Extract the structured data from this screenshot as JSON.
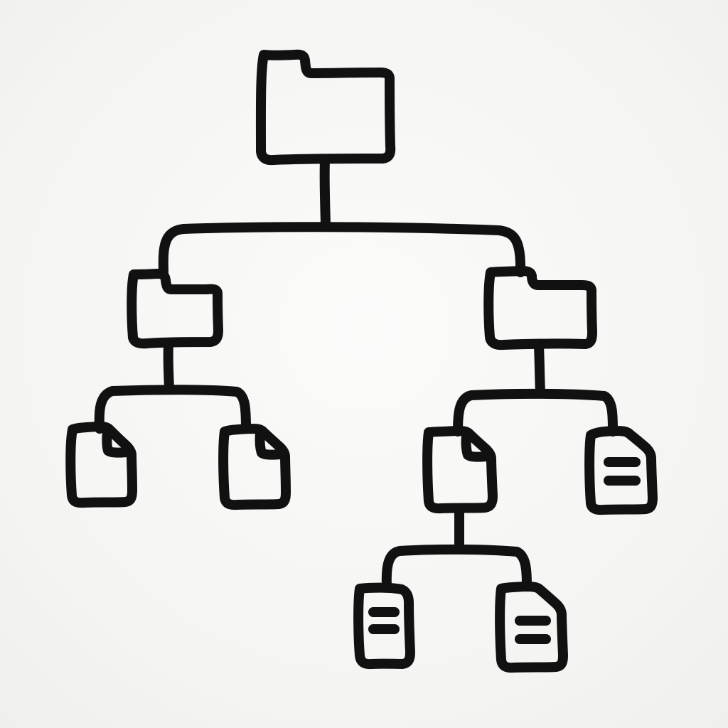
{
  "diagram": {
    "type": "file-tree",
    "colors": {
      "ink": "#111111",
      "paper": "#f6f6f4"
    },
    "nodes": [
      {
        "id": "root",
        "icon": "folder-icon",
        "parent": null
      },
      {
        "id": "left-folder",
        "icon": "folder-icon",
        "parent": "root"
      },
      {
        "id": "right-folder",
        "icon": "folder-icon",
        "parent": "root"
      },
      {
        "id": "left-file-1",
        "icon": "file-icon",
        "parent": "left-folder"
      },
      {
        "id": "left-file-2",
        "icon": "file-icon",
        "parent": "left-folder"
      },
      {
        "id": "right-file-1",
        "icon": "file-icon",
        "parent": "right-folder"
      },
      {
        "id": "right-document",
        "icon": "document-icon",
        "parent": "right-folder"
      },
      {
        "id": "bottom-document-1",
        "icon": "document-icon",
        "parent": "right-file-1"
      },
      {
        "id": "bottom-document-2",
        "icon": "document-icon",
        "parent": "right-file-1"
      }
    ]
  }
}
